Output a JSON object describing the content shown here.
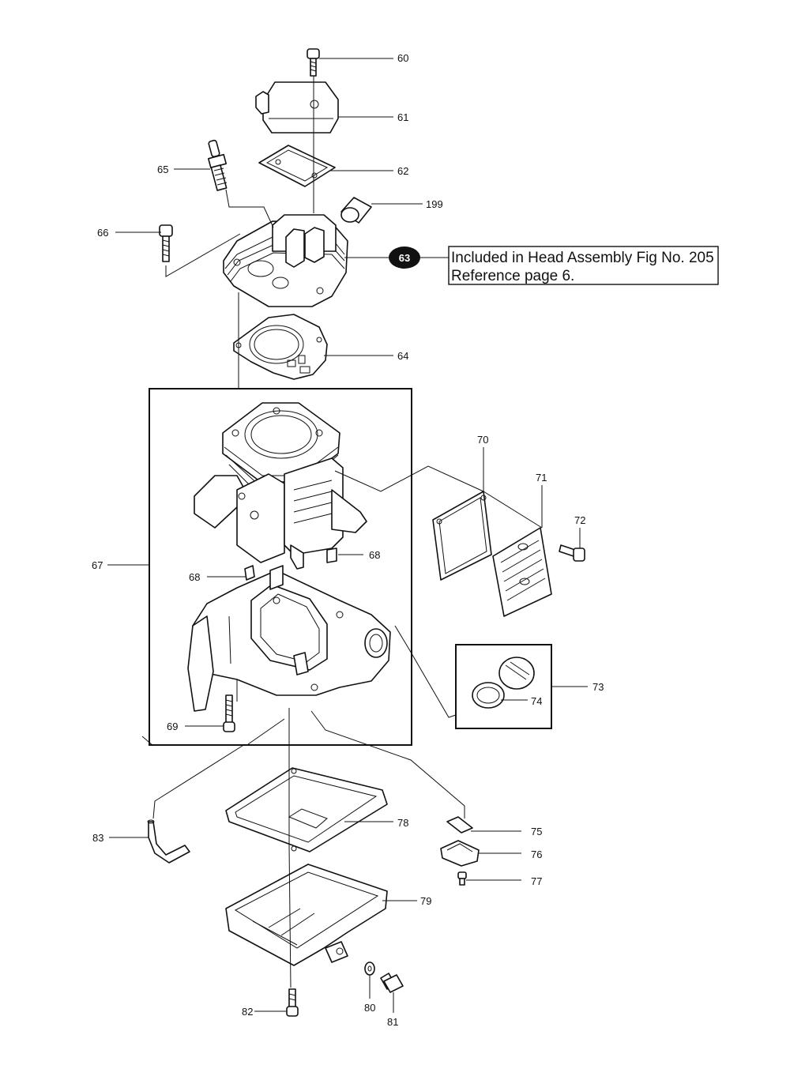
{
  "note": {
    "line1": "Included in Head Assembly Fig No. 205",
    "line2": "Reference page 6."
  },
  "badge": {
    "number": "63"
  },
  "labels": {
    "p60": "60",
    "p61": "61",
    "p62": "62",
    "p199": "199",
    "p65": "65",
    "p66": "66",
    "p64": "64",
    "p67": "67",
    "p68a": "68",
    "p68b": "68",
    "p69": "69",
    "p70": "70",
    "p71": "71",
    "p72": "72",
    "p73": "73",
    "p74": "74",
    "p75": "75",
    "p76": "76",
    "p77": "77",
    "p78": "78",
    "p79": "79",
    "p80": "80",
    "p81": "81",
    "p82": "82",
    "p83": "83"
  }
}
